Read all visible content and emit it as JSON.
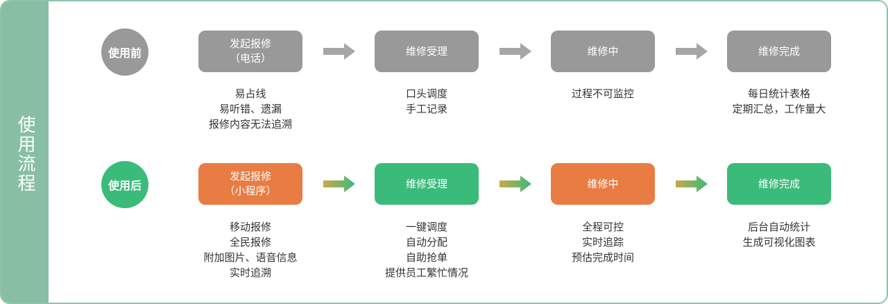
{
  "sidebar": {
    "title": "使用流程"
  },
  "rows": {
    "before": {
      "label": "使用前",
      "steps": [
        {
          "line1": "发起报修",
          "line2": "（电话）"
        },
        {
          "line1": "维修受理",
          "line2": ""
        },
        {
          "line1": "维修中",
          "line2": ""
        },
        {
          "line1": "维修完成",
          "line2": ""
        }
      ],
      "descs": [
        [
          "易占线",
          "易听错、遗漏",
          "报修内容无法追溯"
        ],
        [
          "口头调度",
          "手工记录"
        ],
        [
          "过程不可监控"
        ],
        [
          "每日统计表格",
          "定期汇总，工作量大"
        ]
      ]
    },
    "after": {
      "label": "使用后",
      "steps": [
        {
          "line1": "发起报修",
          "line2": "（小程序）"
        },
        {
          "line1": "维修受理",
          "line2": ""
        },
        {
          "line1": "维修中",
          "line2": ""
        },
        {
          "line1": "维修完成",
          "line2": ""
        }
      ],
      "descs": [
        [
          "移动报修",
          "全民报修",
          "附加图片、语音信息",
          "实时追溯"
        ],
        [
          "一键调度",
          "自动分配",
          "自助抢单",
          "提供员工繁忙情况"
        ],
        [
          "全程可控",
          "实时追踪",
          "预估完成时间"
        ],
        [
          "后台自动统计",
          "生成可视化图表"
        ]
      ]
    }
  },
  "colors": {
    "sidebar": "#88bfa3",
    "gray": "#999999",
    "orange": "#e87c43",
    "green": "#3bbb7a",
    "arrow_gray": "#a6a6a6",
    "arrow_gradient_start": "#c9a84a",
    "arrow_gradient_end": "#3bbb7a"
  },
  "icons": {
    "arrow": "right-arrow-icon"
  }
}
